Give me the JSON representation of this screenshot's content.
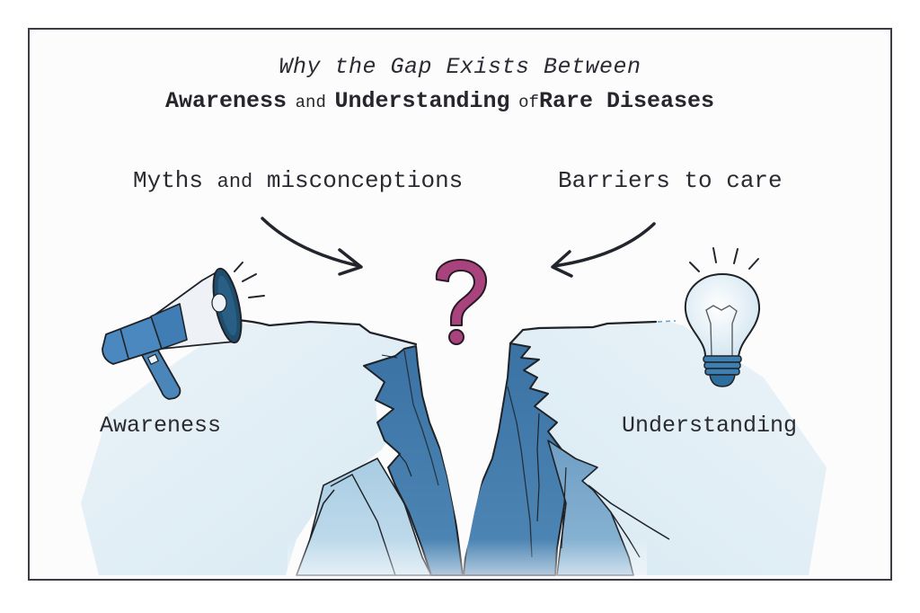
{
  "title": {
    "line1": "Why the Gap Exists Between",
    "line2": {
      "part1": "Awareness",
      "part2": "and",
      "part3": "Understanding",
      "part4": "of",
      "part5": "Rare Diseases"
    }
  },
  "factors": {
    "left": {
      "word1": "Myths",
      "word2": "and",
      "word3": "misconceptions"
    },
    "right": "Barriers to care"
  },
  "sides": {
    "left": {
      "label": "Awareness",
      "icon": "megaphone-icon"
    },
    "right": {
      "label": "Understanding",
      "icon": "lightbulb-icon"
    }
  },
  "center": {
    "symbol": "?",
    "icon": "question-mark-icon",
    "chasm": "gap-chasm"
  },
  "colors": {
    "frame": "#3a3c48",
    "ice_light": "#dcebf3",
    "ice_mid": "#9cc3dc",
    "ice_dark": "#3c78a8",
    "question_mark": "#a8437e",
    "megaphone_blue": "#3f7db4",
    "text": "#2a2a30"
  }
}
